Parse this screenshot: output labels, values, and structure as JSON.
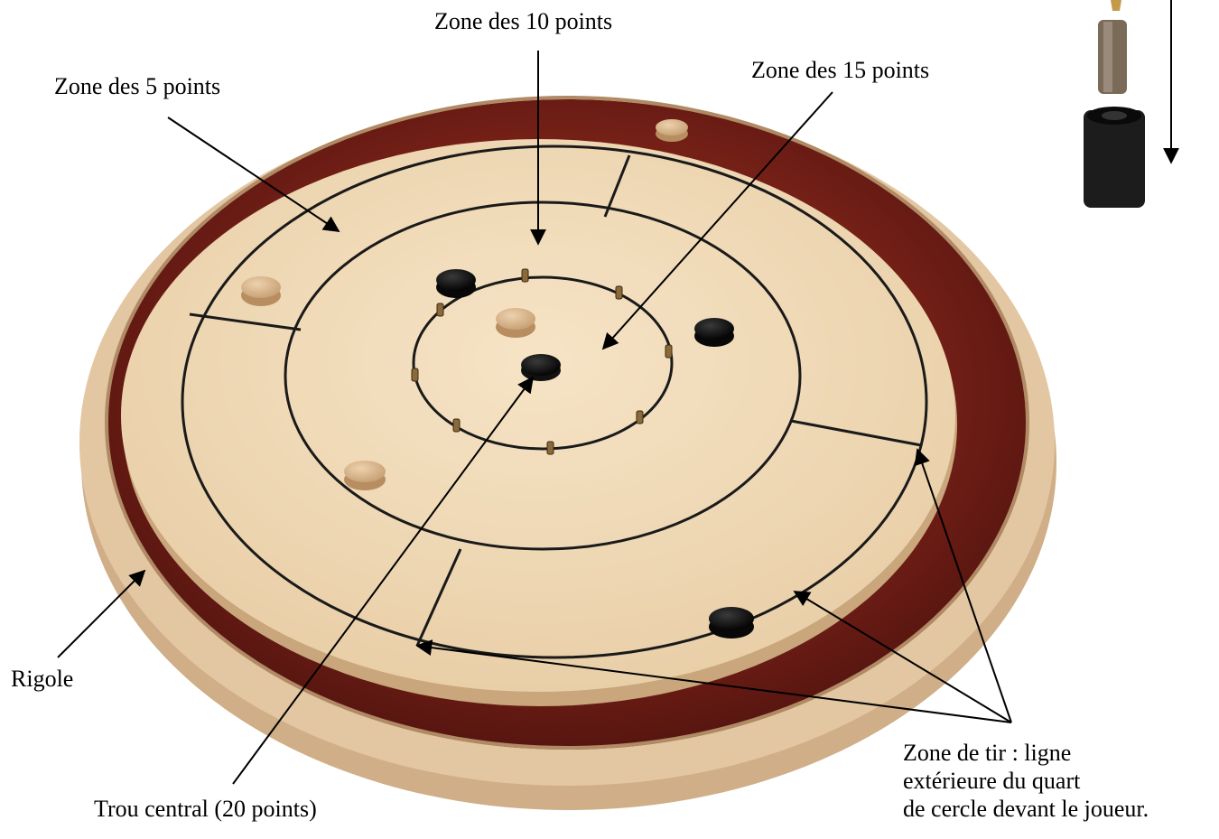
{
  "labels": {
    "zone_10": "Zone des 10 points",
    "zone_15": "Zone des 15 points",
    "zone_5": "Zone des 5 points",
    "rigole": "Rigole",
    "trou_central": "Trou central (20 points)",
    "zone_tir": {
      "line1": "Zone de tir : ligne",
      "line2": "extérieure du quart",
      "line3": "de cercle devant le joueur."
    }
  },
  "colors": {
    "board_wood": "#f2dcbb",
    "rim_wood": "#d9bc98",
    "gutter": "#6a1a14",
    "line": "#1a1a1a",
    "dark_disc": "#141414",
    "light_disc": "#dcb88f",
    "peg": "#8a6a3a"
  },
  "pieces": {
    "dark_discs": 4,
    "light_discs": 4,
    "pegs": 8
  }
}
